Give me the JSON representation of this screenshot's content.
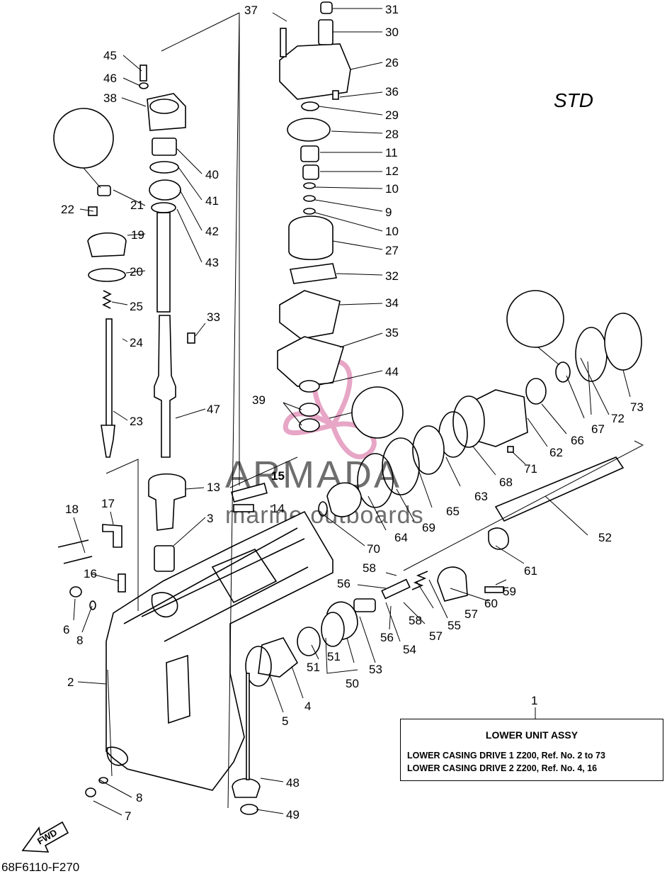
{
  "header": {
    "variant_label": "STD"
  },
  "footer": {
    "diagram_code": "68F6110-F270",
    "fwd_label": "FWD"
  },
  "assembly_box": {
    "ref_number": "1",
    "title": "LOWER UNIT ASSY",
    "lines": [
      "LOWER CASING DRIVE 1 Z200, Ref. No. 2 to 73",
      "LOWER CASING DRIVE 2 Z200, Ref. No. 4, 16"
    ]
  },
  "watermark": {
    "brand": "ARMADA",
    "tagline": "marine outboards",
    "color": "#e7a6c6"
  },
  "part_numbers": [
    "37",
    "31",
    "30",
    "26",
    "36",
    "29",
    "28",
    "11",
    "12",
    "10",
    "9",
    "10",
    "27",
    "32",
    "34",
    "35",
    "44",
    "39",
    "45",
    "46",
    "38",
    "40",
    "41",
    "42",
    "43",
    "21",
    "22",
    "19",
    "20",
    "25",
    "24",
    "23",
    "33",
    "47",
    "13",
    "3",
    "15",
    "14",
    "18",
    "17",
    "16",
    "6",
    "8",
    "2",
    "8",
    "7",
    "48",
    "49",
    "5",
    "4",
    "50",
    "51",
    "51",
    "53",
    "54",
    "56",
    "56",
    "58",
    "58",
    "57",
    "57",
    "55",
    "60",
    "59",
    "61",
    "52",
    "62",
    "66",
    "67",
    "72",
    "73",
    "71",
    "68",
    "63",
    "65",
    "69",
    "64",
    "70"
  ]
}
